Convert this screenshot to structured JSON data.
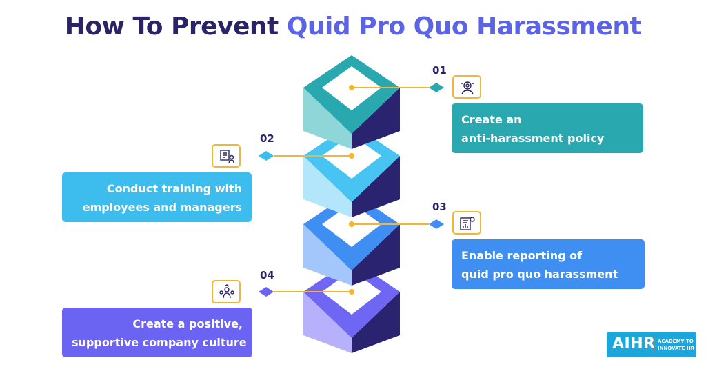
{
  "title": {
    "part1": "How To Prevent ",
    "part2": "Quid Pro Quo Harassment"
  },
  "steps": [
    {
      "number": "01",
      "line1": "Create an",
      "line2": "anti-harassment policy",
      "color": "#2aa8b0",
      "icon": "policy-agreement-icon"
    },
    {
      "number": "02",
      "line1": "Conduct training with",
      "line2": "employees and managers",
      "color": "#3dbdee",
      "icon": "training-presentation-icon"
    },
    {
      "number": "03",
      "line1": "Enable reporting of",
      "line2": "quid pro quo harassment",
      "color": "#3f8ff2",
      "icon": "report-document-icon"
    },
    {
      "number": "04",
      "line1": "Create a positive,",
      "line2": "supportive company culture",
      "color": "#6b63f2",
      "icon": "team-culture-icon"
    }
  ],
  "logo": {
    "name": "AIHR",
    "tagline1": "ACADEMY TO",
    "tagline2": "INNOVATE HR"
  },
  "colors": {
    "title": "#2a2366",
    "title_highlight": "#5b63e6",
    "connector": "#f6b52b",
    "cube_side": "#2a2370"
  }
}
